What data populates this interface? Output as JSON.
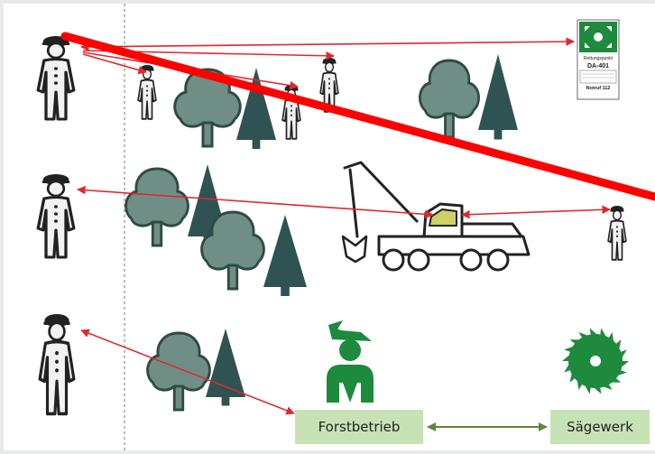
{
  "sign": {
    "title": "Rettungspunkt",
    "code": "DA-401",
    "notruf": "Notruf 112"
  },
  "labels": {
    "forstbetrieb": "Forstbetrieb",
    "saegewerk": "Sägewerk"
  },
  "colors": {
    "arrow": "#e0282e",
    "strike": "#ff0000",
    "tree": "#6f8f86",
    "spruce": "#2f5352",
    "forester": "#1d8a3e",
    "box": "#c7e3b5",
    "link": "#5b8a3a"
  },
  "icons": [
    "worker-icon",
    "tree-icon",
    "spruce-icon",
    "harvester-icon",
    "forester-icon",
    "saw-blade-icon",
    "assembly-point-sign-icon"
  ]
}
